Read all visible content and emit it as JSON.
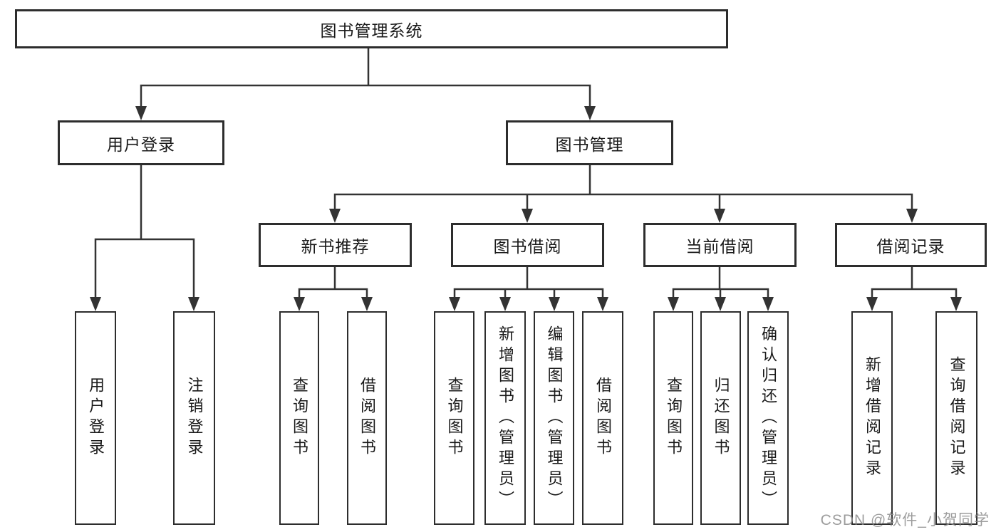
{
  "diagram": {
    "root": {
      "label": "图书管理系统"
    },
    "level2": {
      "user_login": {
        "label": "用户登录"
      },
      "book_mgmt": {
        "label": "图书管理"
      }
    },
    "level3": {
      "new_book_rec": {
        "label": "新书推荐"
      },
      "book_borrow": {
        "label": "图书借阅"
      },
      "current_borrow": {
        "label": "当前借阅"
      },
      "borrow_records": {
        "label": "借阅记录"
      }
    },
    "leaves": {
      "user_login": {
        "label": "用户登录"
      },
      "logout": {
        "label": "注销登录"
      },
      "rec_query_book": {
        "label": "查询图书"
      },
      "rec_borrow_book": {
        "label": "借阅图书"
      },
      "bb_query_book": {
        "label": "查询图书"
      },
      "bb_add_book": {
        "label": "新增图书（管理员）"
      },
      "bb_edit_book": {
        "label": "编辑图书（管理员）"
      },
      "bb_borrow_book": {
        "label": "借阅图书"
      },
      "cb_query_book": {
        "label": "查询图书"
      },
      "cb_return_book": {
        "label": "归还图书"
      },
      "cb_confirm_return": {
        "label": "确认归还（管理员）"
      },
      "br_add_record": {
        "label": "新增借阅记录"
      },
      "br_query_record": {
        "label": "查询借阅记录"
      }
    },
    "colors": {
      "line": "#333333",
      "box_border": "#2d2d2d",
      "text": "#1a1a1a",
      "background": "#ffffff",
      "watermark": "#8c8c8c"
    }
  },
  "watermark": {
    "text": "CSDN @软件_小贺同学"
  }
}
